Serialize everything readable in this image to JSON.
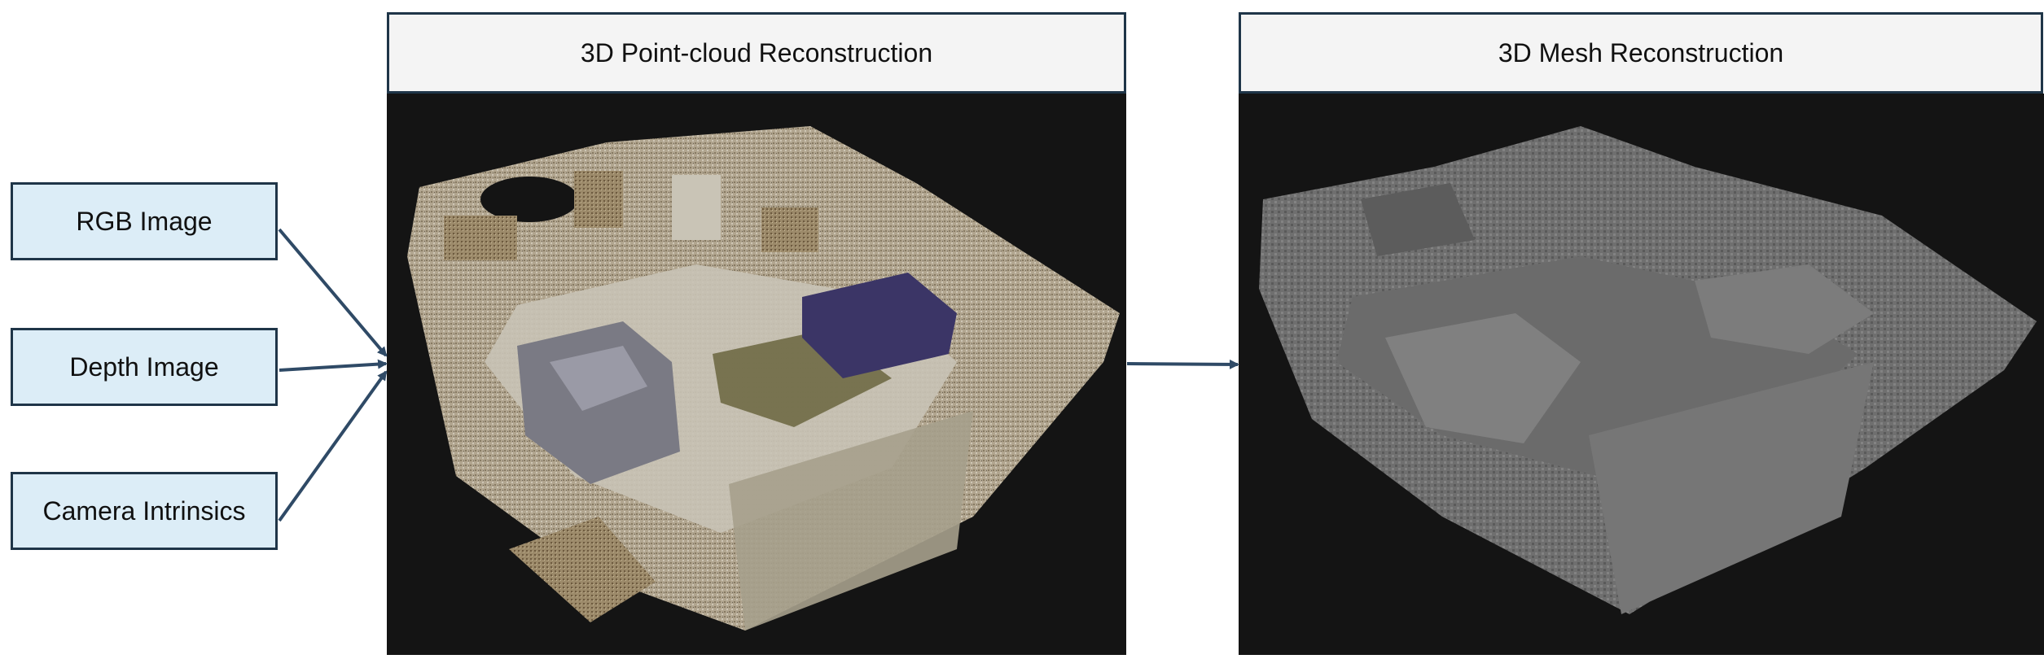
{
  "inputs": {
    "rgb": "RGB Image",
    "depth": "Depth Image",
    "camera": "Camera Intrinsics"
  },
  "stages": {
    "point_cloud": "3D Point-cloud Reconstruction",
    "mesh": "3D Mesh Reconstruction"
  },
  "colors": {
    "arrow": "#2f4a66",
    "box_border": "#1f3548",
    "input_fill": "#dcedf7",
    "header_fill": "#f4f4f4",
    "panel_bg": "#141414"
  }
}
